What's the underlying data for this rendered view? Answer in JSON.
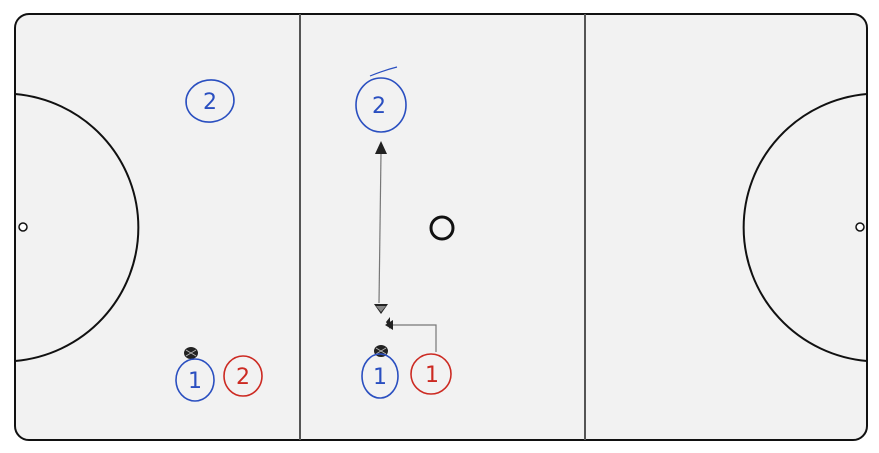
{
  "court": {
    "surface_color": "#f2f2f2",
    "line_color": "#111111",
    "divider_color": "#555555"
  },
  "players": [
    {
      "team": "blue",
      "number": "2",
      "color": "#2a4fc0"
    },
    {
      "team": "blue",
      "number": "2",
      "color": "#2a4fc0"
    },
    {
      "team": "blue",
      "number": "1",
      "color": "#2a4fc0"
    },
    {
      "team": "red",
      "number": "2",
      "color": "#cc2a22"
    },
    {
      "team": "blue",
      "number": "1",
      "color": "#2a4fc0"
    },
    {
      "team": "red",
      "number": "1",
      "color": "#cc2a22"
    }
  ],
  "arrows": [
    {
      "type": "pass",
      "color": "#777777"
    },
    {
      "type": "movement",
      "color": "#777777"
    }
  ],
  "balls": [
    {
      "color": "#111111"
    },
    {
      "color": "#111111"
    }
  ],
  "markers": [
    {
      "color": "#111111"
    },
    {
      "color": "#111111"
    }
  ]
}
